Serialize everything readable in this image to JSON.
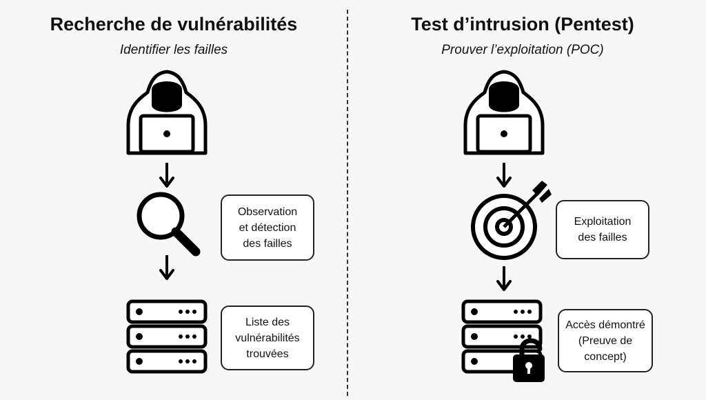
{
  "left": {
    "title": "Recherche de vulnérabilités",
    "subtitle": "Identifier les failles",
    "step1": "Observation\net détection\ndes failles",
    "step2": "Liste des\nvulnérabilités\ntrouvées",
    "icons": [
      "hacker-icon",
      "magnifier-icon",
      "server-icon"
    ]
  },
  "right": {
    "title": "Test d’intrusion (Pentest)",
    "subtitle": "Prouver l’exploitation (POC)",
    "step1": "Exploitation\ndes failles",
    "step2": "Accès démontré\n(Preuve de\nconcept)",
    "icons": [
      "hacker-icon",
      "target-icon",
      "server-icon",
      "unlocked-padlock-icon"
    ]
  }
}
